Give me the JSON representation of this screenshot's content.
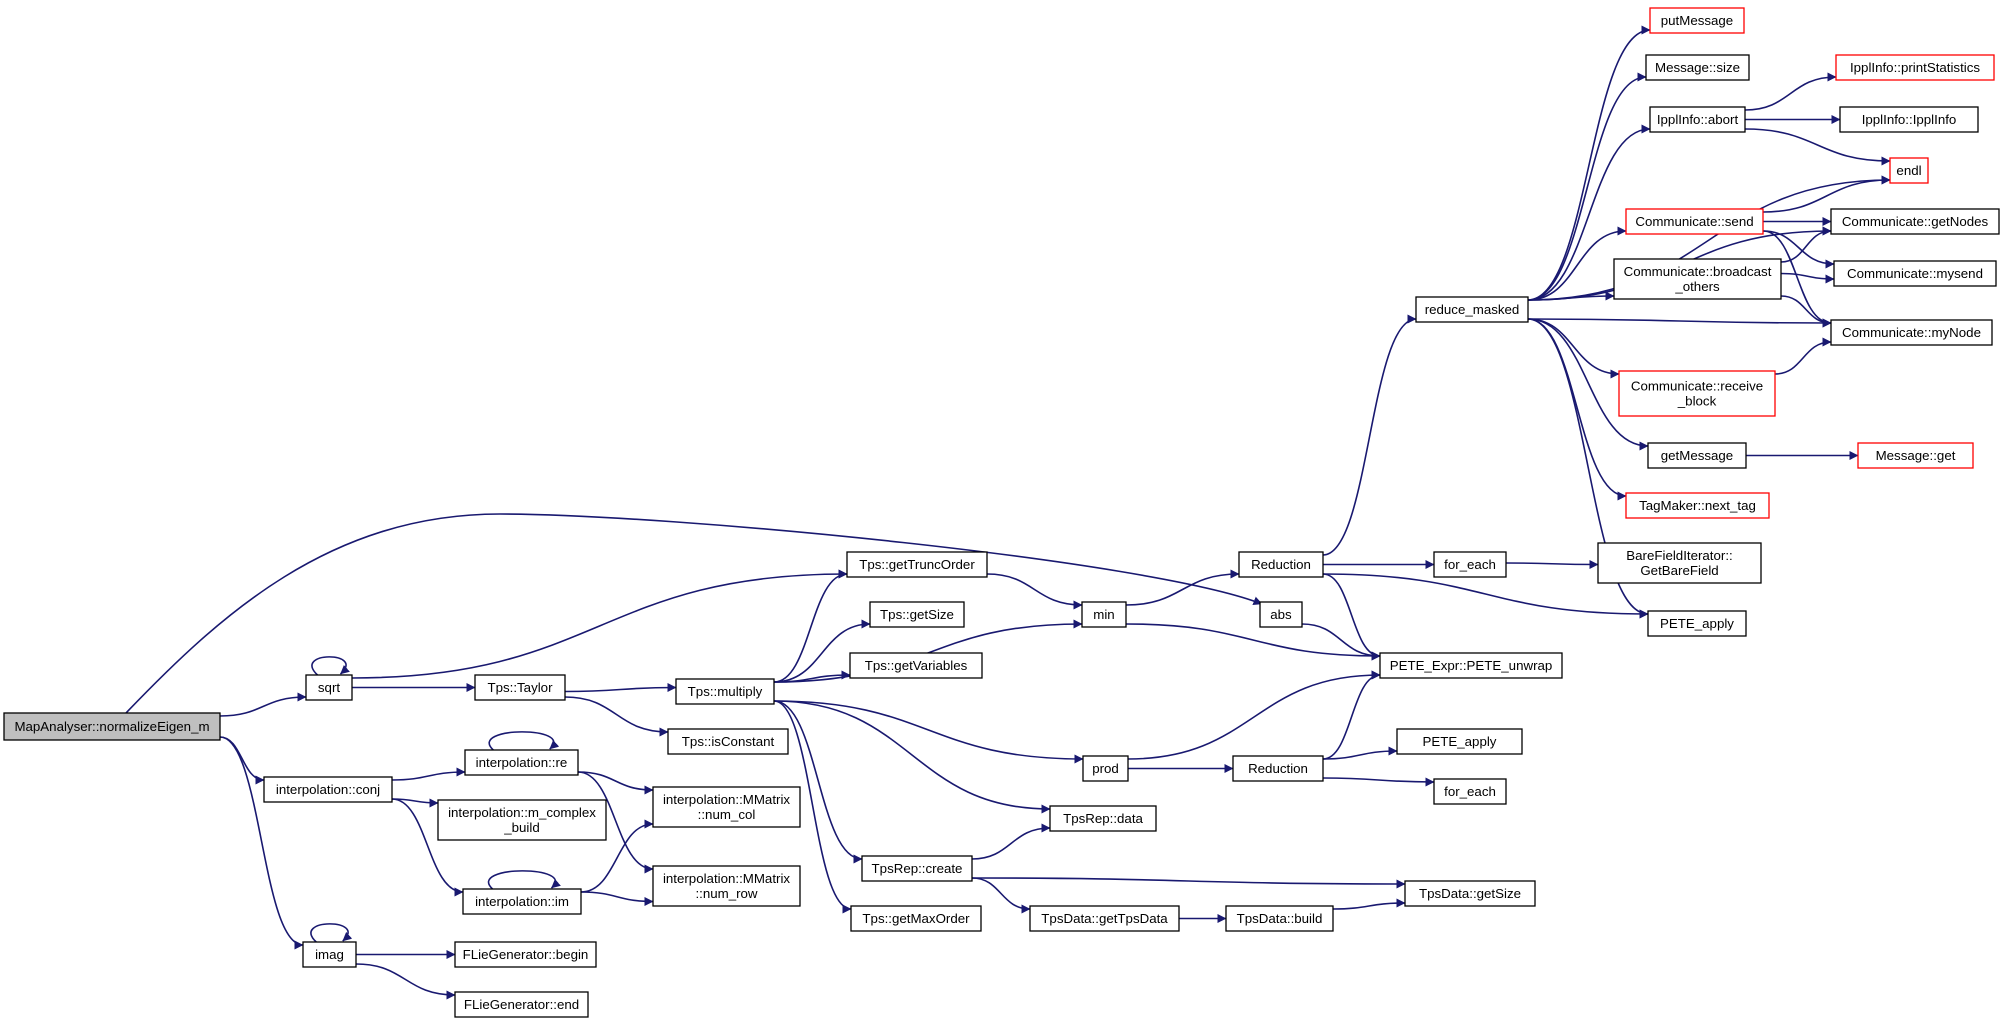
{
  "colors": {
    "edge": "#191970",
    "normal_border": "#000000",
    "truncated_border": "#ff0000",
    "root_fill": "#bfbfbf"
  },
  "nodes": [
    {
      "id": "root",
      "lines": [
        "MapAnalyser::normalizeEigen_m"
      ],
      "kind": "root"
    },
    {
      "id": "sqrt",
      "lines": [
        "sqrt"
      ],
      "kind": "normal"
    },
    {
      "id": "conj",
      "lines": [
        "interpolation::conj"
      ],
      "kind": "normal"
    },
    {
      "id": "imag",
      "lines": [
        "imag"
      ],
      "kind": "normal"
    },
    {
      "id": "taylor",
      "lines": [
        "Tps::Taylor"
      ],
      "kind": "normal"
    },
    {
      "id": "re",
      "lines": [
        "interpolation::re"
      ],
      "kind": "normal"
    },
    {
      "id": "mcomplex",
      "lines": [
        "interpolation::m_complex",
        "_build"
      ],
      "kind": "normal"
    },
    {
      "id": "im",
      "lines": [
        "interpolation::im"
      ],
      "kind": "normal"
    },
    {
      "id": "flbegin",
      "lines": [
        "FLieGenerator::begin"
      ],
      "kind": "normal"
    },
    {
      "id": "flend",
      "lines": [
        "FLieGenerator::end"
      ],
      "kind": "normal"
    },
    {
      "id": "gettrunc",
      "lines": [
        "Tps::getTruncOrder"
      ],
      "kind": "normal"
    },
    {
      "id": "tgetsize",
      "lines": [
        "Tps::getSize"
      ],
      "kind": "normal"
    },
    {
      "id": "getvars",
      "lines": [
        "Tps::getVariables"
      ],
      "kind": "normal"
    },
    {
      "id": "multiply",
      "lines": [
        "Tps::multiply"
      ],
      "kind": "normal"
    },
    {
      "id": "isconst",
      "lines": [
        "Tps::isConstant"
      ],
      "kind": "normal"
    },
    {
      "id": "numcol",
      "lines": [
        "interpolation::MMatrix",
        "::num_col"
      ],
      "kind": "normal"
    },
    {
      "id": "numrow",
      "lines": [
        "interpolation::MMatrix",
        "::num_row"
      ],
      "kind": "normal"
    },
    {
      "id": "tpscreate",
      "lines": [
        "TpsRep::create"
      ],
      "kind": "normal"
    },
    {
      "id": "maxorder",
      "lines": [
        "Tps::getMaxOrder"
      ],
      "kind": "normal"
    },
    {
      "id": "min",
      "lines": [
        "min"
      ],
      "kind": "normal"
    },
    {
      "id": "prod",
      "lines": [
        "prod"
      ],
      "kind": "normal"
    },
    {
      "id": "tpsdata",
      "lines": [
        "TpsRep::data"
      ],
      "kind": "normal"
    },
    {
      "id": "gettpsdata",
      "lines": [
        "TpsData::getTpsData"
      ],
      "kind": "normal"
    },
    {
      "id": "red1",
      "lines": [
        "Reduction"
      ],
      "kind": "normal"
    },
    {
      "id": "abs",
      "lines": [
        "abs"
      ],
      "kind": "normal"
    },
    {
      "id": "red2",
      "lines": [
        "Reduction"
      ],
      "kind": "normal"
    },
    {
      "id": "build",
      "lines": [
        "TpsData::build"
      ],
      "kind": "normal"
    },
    {
      "id": "reduce",
      "lines": [
        "reduce_masked"
      ],
      "kind": "normal"
    },
    {
      "id": "foreach1",
      "lines": [
        "for_each"
      ],
      "kind": "normal"
    },
    {
      "id": "unwrap",
      "lines": [
        "PETE_Expr::PETE_unwrap"
      ],
      "kind": "normal"
    },
    {
      "id": "peteapply2",
      "lines": [
        "PETE_apply"
      ],
      "kind": "normal"
    },
    {
      "id": "foreach2",
      "lines": [
        "for_each"
      ],
      "kind": "normal"
    },
    {
      "id": "tdgetsize",
      "lines": [
        "TpsData::getSize"
      ],
      "kind": "normal"
    },
    {
      "id": "putmsg",
      "lines": [
        "putMessage"
      ],
      "kind": "truncated"
    },
    {
      "id": "msgsize",
      "lines": [
        "Message::size"
      ],
      "kind": "normal"
    },
    {
      "id": "abort",
      "lines": [
        "IpplInfo::abort"
      ],
      "kind": "normal"
    },
    {
      "id": "send",
      "lines": [
        "Communicate::send"
      ],
      "kind": "truncated"
    },
    {
      "id": "bcast",
      "lines": [
        "Communicate::broadcast",
        "_others"
      ],
      "kind": "normal"
    },
    {
      "id": "recv",
      "lines": [
        "Communicate::receive",
        "_block"
      ],
      "kind": "truncated"
    },
    {
      "id": "getmsg",
      "lines": [
        "getMessage"
      ],
      "kind": "normal"
    },
    {
      "id": "nexttag",
      "lines": [
        "TagMaker::next_tag"
      ],
      "kind": "truncated"
    },
    {
      "id": "barefield",
      "lines": [
        "BareFieldIterator::",
        "GetBareField"
      ],
      "kind": "normal"
    },
    {
      "id": "peteapply1",
      "lines": [
        "PETE_apply"
      ],
      "kind": "normal"
    },
    {
      "id": "printstats",
      "lines": [
        "IpplInfo::printStatistics"
      ],
      "kind": "truncated"
    },
    {
      "id": "ipplinfo",
      "lines": [
        "IpplInfo::IpplInfo"
      ],
      "kind": "normal"
    },
    {
      "id": "endl",
      "lines": [
        "endl"
      ],
      "kind": "truncated"
    },
    {
      "id": "getnodes",
      "lines": [
        "Communicate::getNodes"
      ],
      "kind": "normal"
    },
    {
      "id": "mysend",
      "lines": [
        "Communicate::mysend"
      ],
      "kind": "normal"
    },
    {
      "id": "mynode",
      "lines": [
        "Communicate::myNode"
      ],
      "kind": "normal"
    },
    {
      "id": "msgget",
      "lines": [
        "Message::get"
      ],
      "kind": "truncated"
    }
  ],
  "edges": [
    [
      "root",
      "sqrt"
    ],
    [
      "root",
      "conj"
    ],
    [
      "root",
      "imag"
    ],
    [
      "root",
      "abs"
    ],
    [
      "sqrt",
      "sqrt"
    ],
    [
      "sqrt",
      "taylor"
    ],
    [
      "sqrt",
      "gettrunc"
    ],
    [
      "taylor",
      "multiply"
    ],
    [
      "taylor",
      "isconst"
    ],
    [
      "conj",
      "re"
    ],
    [
      "conj",
      "mcomplex"
    ],
    [
      "conj",
      "im"
    ],
    [
      "re",
      "re"
    ],
    [
      "re",
      "numcol"
    ],
    [
      "re",
      "numrow"
    ],
    [
      "im",
      "im"
    ],
    [
      "im",
      "numcol"
    ],
    [
      "im",
      "numrow"
    ],
    [
      "imag",
      "imag"
    ],
    [
      "imag",
      "flbegin"
    ],
    [
      "imag",
      "flend"
    ],
    [
      "multiply",
      "gettrunc"
    ],
    [
      "multiply",
      "tgetsize"
    ],
    [
      "multiply",
      "getvars"
    ],
    [
      "multiply",
      "min"
    ],
    [
      "multiply",
      "prod"
    ],
    [
      "multiply",
      "tpsdata"
    ],
    [
      "multiply",
      "tpscreate"
    ],
    [
      "multiply",
      "maxorder"
    ],
    [
      "gettrunc",
      "min"
    ],
    [
      "tpscreate",
      "tpsdata"
    ],
    [
      "tpscreate",
      "gettpsdata"
    ],
    [
      "tpscreate",
      "tdgetsize"
    ],
    [
      "gettpsdata",
      "build"
    ],
    [
      "build",
      "tdgetsize"
    ],
    [
      "min",
      "red1"
    ],
    [
      "min",
      "unwrap"
    ],
    [
      "prod",
      "red2"
    ],
    [
      "prod",
      "unwrap"
    ],
    [
      "abs",
      "unwrap"
    ],
    [
      "red1",
      "reduce"
    ],
    [
      "red1",
      "foreach1"
    ],
    [
      "red1",
      "unwrap"
    ],
    [
      "red1",
      "peteapply1"
    ],
    [
      "red2",
      "unwrap"
    ],
    [
      "red2",
      "peteapply2"
    ],
    [
      "red2",
      "foreach2"
    ],
    [
      "foreach1",
      "barefield"
    ],
    [
      "reduce",
      "putmsg"
    ],
    [
      "reduce",
      "msgsize"
    ],
    [
      "reduce",
      "abort"
    ],
    [
      "reduce",
      "endl"
    ],
    [
      "reduce",
      "send"
    ],
    [
      "reduce",
      "getnodes"
    ],
    [
      "reduce",
      "bcast"
    ],
    [
      "reduce",
      "mynode"
    ],
    [
      "reduce",
      "recv"
    ],
    [
      "reduce",
      "getmsg"
    ],
    [
      "reduce",
      "nexttag"
    ],
    [
      "reduce",
      "peteapply1"
    ],
    [
      "abort",
      "printstats"
    ],
    [
      "abort",
      "ipplinfo"
    ],
    [
      "abort",
      "endl"
    ],
    [
      "send",
      "endl"
    ],
    [
      "send",
      "getnodes"
    ],
    [
      "send",
      "mysend"
    ],
    [
      "send",
      "mynode"
    ],
    [
      "bcast",
      "getnodes"
    ],
    [
      "bcast",
      "mysend"
    ],
    [
      "bcast",
      "mynode"
    ],
    [
      "recv",
      "mynode"
    ],
    [
      "getmsg",
      "msgget"
    ]
  ]
}
